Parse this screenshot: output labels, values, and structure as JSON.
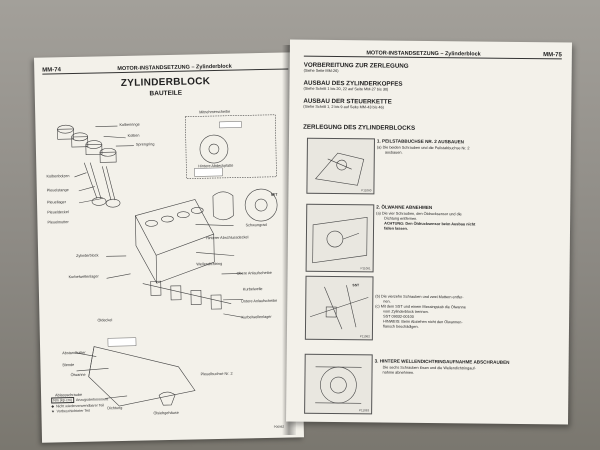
{
  "left_page": {
    "page_number": "MM-74",
    "section": "MOTOR-INSTANDSETZUNG – Zylinderblock",
    "title": "ZYLINDERBLOCK",
    "subtitle": "BAUTEILE",
    "labels": {
      "kolbenringe": "Kolbenringe",
      "kolben": "Kolben",
      "sprengring": "Sprengring",
      "kolbenbolzen": "Kolbenbolzen",
      "pleuelstange": "Pleuelstange",
      "pleuellager": "Pleuellager",
      "pleueldeckel": "Pleueldeckel",
      "pleuelmutter": "Pleuelmutter",
      "mitnehmerscheibe": "Mitnehmerscheibe",
      "hintere_abdeckplatte": "Hintere Abdeckplatte",
      "schwungrad": "Schwungrad",
      "hinterer_abschlussdeckel": "Hinterer Abschlussdeckel",
      "wellendichtring": "Wellendichtring",
      "zylinderblock": "Zylinderblock",
      "kurbelwellenlager": "Kurbelwellenlager",
      "obere_anlaufscheibe": "Obere Anlaufscheibe",
      "kurbelwelle": "Kurbelwelle",
      "untere_anlaufscheibe": "Untere Anlaufscheibe",
      "kurbelwellenlager2": "Kurbelwellenlager",
      "oeldeckel": "Öldeckel",
      "abstandhalter": "Abstandhalter",
      "blende": "Blende",
      "oelwanne": "Ölwanne",
      "ablassschraube": "Ablassschraube",
      "dichtung": "Dichtung",
      "oelsiebgehaeuse": "Ölsiebgehäuse",
      "pleuelbuchse": "Pleuelbuchse Nr. 2",
      "mt": "M/T"
    },
    "notes": [
      "Nm (kp·cm) : Anzugsdrehmoment",
      "Nicht wiederverwendbarer Teil",
      "Vorbeschichteter Teil"
    ],
    "legend": [
      {
        "key": "Nm (kp·cm)",
        "text": "Anzugsdrehmoment"
      },
      {
        "key": "◆",
        "text": "Nicht wiederverwendbarer Teil"
      },
      {
        "key": "★",
        "text": "Vorbeschichteter Teil"
      }
    ],
    "figure_code": "P00962"
  },
  "right_page": {
    "page_number": "MM-75",
    "section": "MOTOR-INSTANDSETZUNG – Zylinderblock",
    "h1": "VORBEREITUNG ZUR ZERLEGUNG",
    "h1_ref": "(Siehe Seite MM-26)",
    "h2": "AUSBAU DES ZYLINDERKOPFES",
    "h2_ref": "(Siehe Schritt 1 bis 20, 22 auf Seite MM-27 bis 30)",
    "h3": "AUSBAU DER STEUERKETTE",
    "h3_ref": "(Siehe Schritt 1, 2 bis 9 auf Seite MM-43 bis 46)",
    "h4": "ZERLEGUNG DES ZYLINDERBLOCKS",
    "steps": [
      {
        "title": "1.   PEILSTABBUCHSE NR. 2 AUSBAUEN",
        "lines": [
          "(a)  Die beiden Schrauben und die Peilstabbuchse Nr. 2",
          "ausbauen."
        ]
      },
      {
        "title": "2.   ÖLWANNE ABNEHMEN",
        "lines": [
          "(a)  Die vier Schrauben, den Öldrucksensor und die",
          "Dichtung entfernen.",
          "ACHTUNG: Den Öldrucksensor beim Ausbau nicht",
          "fallen lassen."
        ]
      },
      {
        "title": "",
        "lines": [
          "(b)  Die vierzehn Schrauben und zwei Muttern entfer-",
          "nen.",
          "(c)  Mit dem SST und einem Messingstab die Ölwanne",
          "vom Zylinderblock trennen.",
          "SST 09032-00100",
          "HINWEIS: Beim Abziehen nicht den Ölwannen-",
          "flansch beschädigen."
        ]
      },
      {
        "title": "3.   HINTERE WELLENDICHTRINGAUFNAHME ABSCHRAUBEN",
        "lines": [
          "Die sechs Schrauben lösen und die Wellendichtringauf-",
          "nahme abnehmen."
        ]
      }
    ],
    "sst_label": "SST",
    "pic_codes": [
      "P11060",
      "P11061",
      "P11062",
      "P11063"
    ]
  }
}
